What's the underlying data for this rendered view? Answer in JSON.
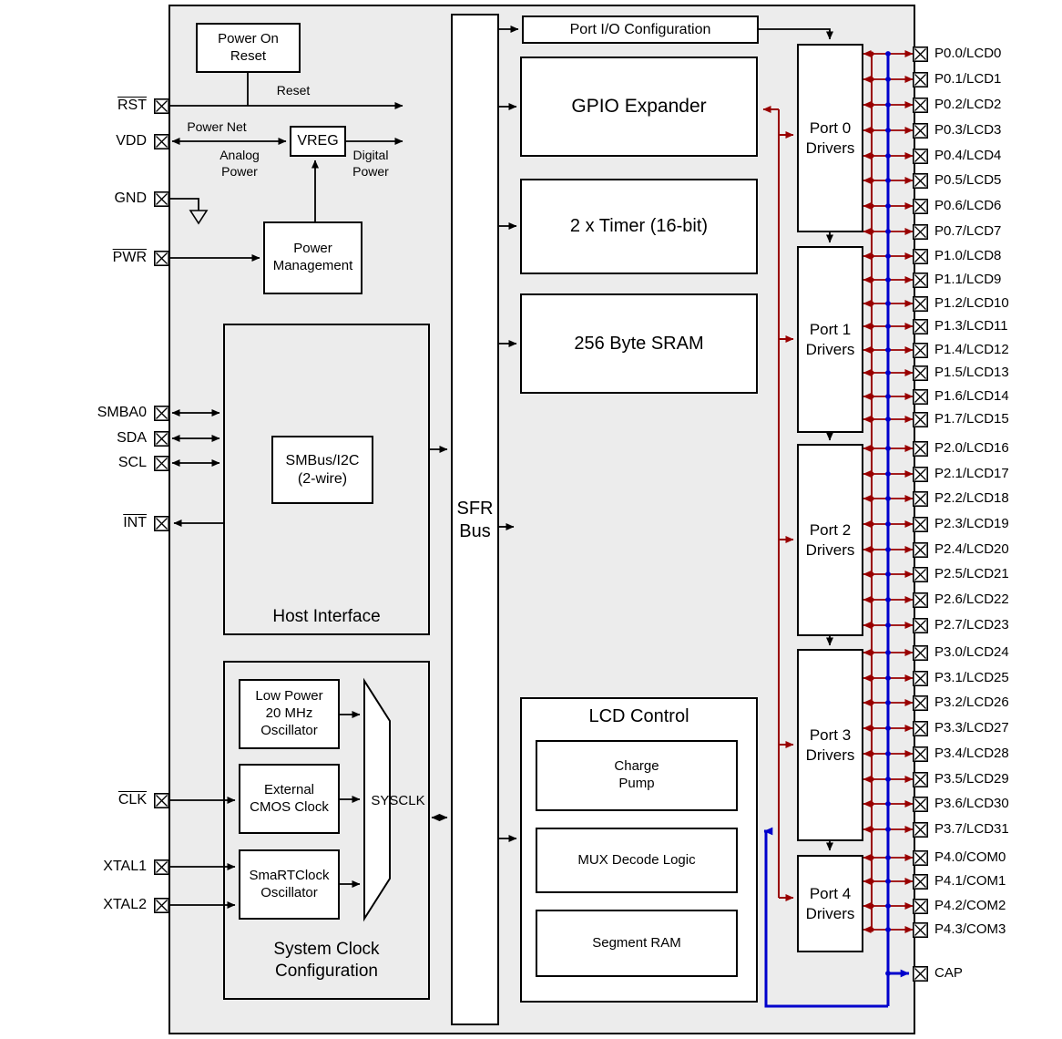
{
  "blocks": {
    "power_on_reset": "Power On Reset",
    "vreg": "VREG",
    "power_management": "Power Management",
    "host_interface": "Host Interface",
    "smbus": "SMBus/I2C (2-wire)",
    "system_clock": "System Clock Configuration",
    "osc_low_power": "Low Power 20 MHz Oscillator",
    "osc_external": "External CMOS Clock",
    "osc_smartclock": "SmaRTClock Oscillator",
    "sysclk": "SYSCLK",
    "sfr_bus": "SFR Bus",
    "port_io_config": "Port I/O Configuration",
    "gpio_expander": "GPIO Expander",
    "timer": "2 x Timer (16-bit)",
    "sram": "256 Byte SRAM",
    "lcd_control": "LCD Control",
    "charge_pump": "Charge Pump",
    "mux_decode": "MUX Decode Logic",
    "segment_ram": "Segment RAM"
  },
  "wire_labels": {
    "reset": "Reset",
    "power_net": "Power Net",
    "analog_power": "Analog Power",
    "digital_power": "Digital Power"
  },
  "port_drivers": [
    "Port 0 Drivers",
    "Port 1 Drivers",
    "Port 2 Drivers",
    "Port 3 Drivers",
    "Port 4 Drivers"
  ],
  "left_pins": [
    {
      "label": "RST",
      "overline": true
    },
    {
      "label": "VDD",
      "overline": false
    },
    {
      "label": "GND",
      "overline": false
    },
    {
      "label": "PWR",
      "overline": true
    },
    {
      "label": "SMBA0",
      "overline": false
    },
    {
      "label": "SDA",
      "overline": false
    },
    {
      "label": "SCL",
      "overline": false
    },
    {
      "label": "INT",
      "overline": true
    },
    {
      "label": "CLK",
      "overline": true
    },
    {
      "label": "XTAL1",
      "overline": false
    },
    {
      "label": "XTAL2",
      "overline": false
    }
  ],
  "right_pins": [
    "P0.0/LCD0",
    "P0.1/LCD1",
    "P0.2/LCD2",
    "P0.3/LCD3",
    "P0.4/LCD4",
    "P0.5/LCD5",
    "P0.6/LCD6",
    "P0.7/LCD7",
    "P1.0/LCD8",
    "P1.1/LCD9",
    "P1.2/LCD10",
    "P1.3/LCD11",
    "P1.4/LCD12",
    "P1.5/LCD13",
    "P1.6/LCD14",
    "P1.7/LCD15",
    "P2.0/LCD16",
    "P2.1/LCD17",
    "P2.2/LCD18",
    "P2.3/LCD19",
    "P2.4/LCD20",
    "P2.5/LCD21",
    "P2.6/LCD22",
    "P2.7/LCD23",
    "P3.0/LCD24",
    "P3.1/LCD25",
    "P3.2/LCD26",
    "P3.3/LCD27",
    "P3.4/LCD28",
    "P3.5/LCD29",
    "P3.6/LCD30",
    "P3.7/LCD31",
    "P4.0/COM0",
    "P4.1/COM1",
    "P4.2/COM2",
    "P4.3/COM3",
    "CAP"
  ],
  "colors": {
    "wire": "#000000",
    "port_bus": "#990000",
    "lcd_bus": "#0000cc",
    "chip_fill": "#ececec",
    "block_fill": "#ffffff"
  }
}
